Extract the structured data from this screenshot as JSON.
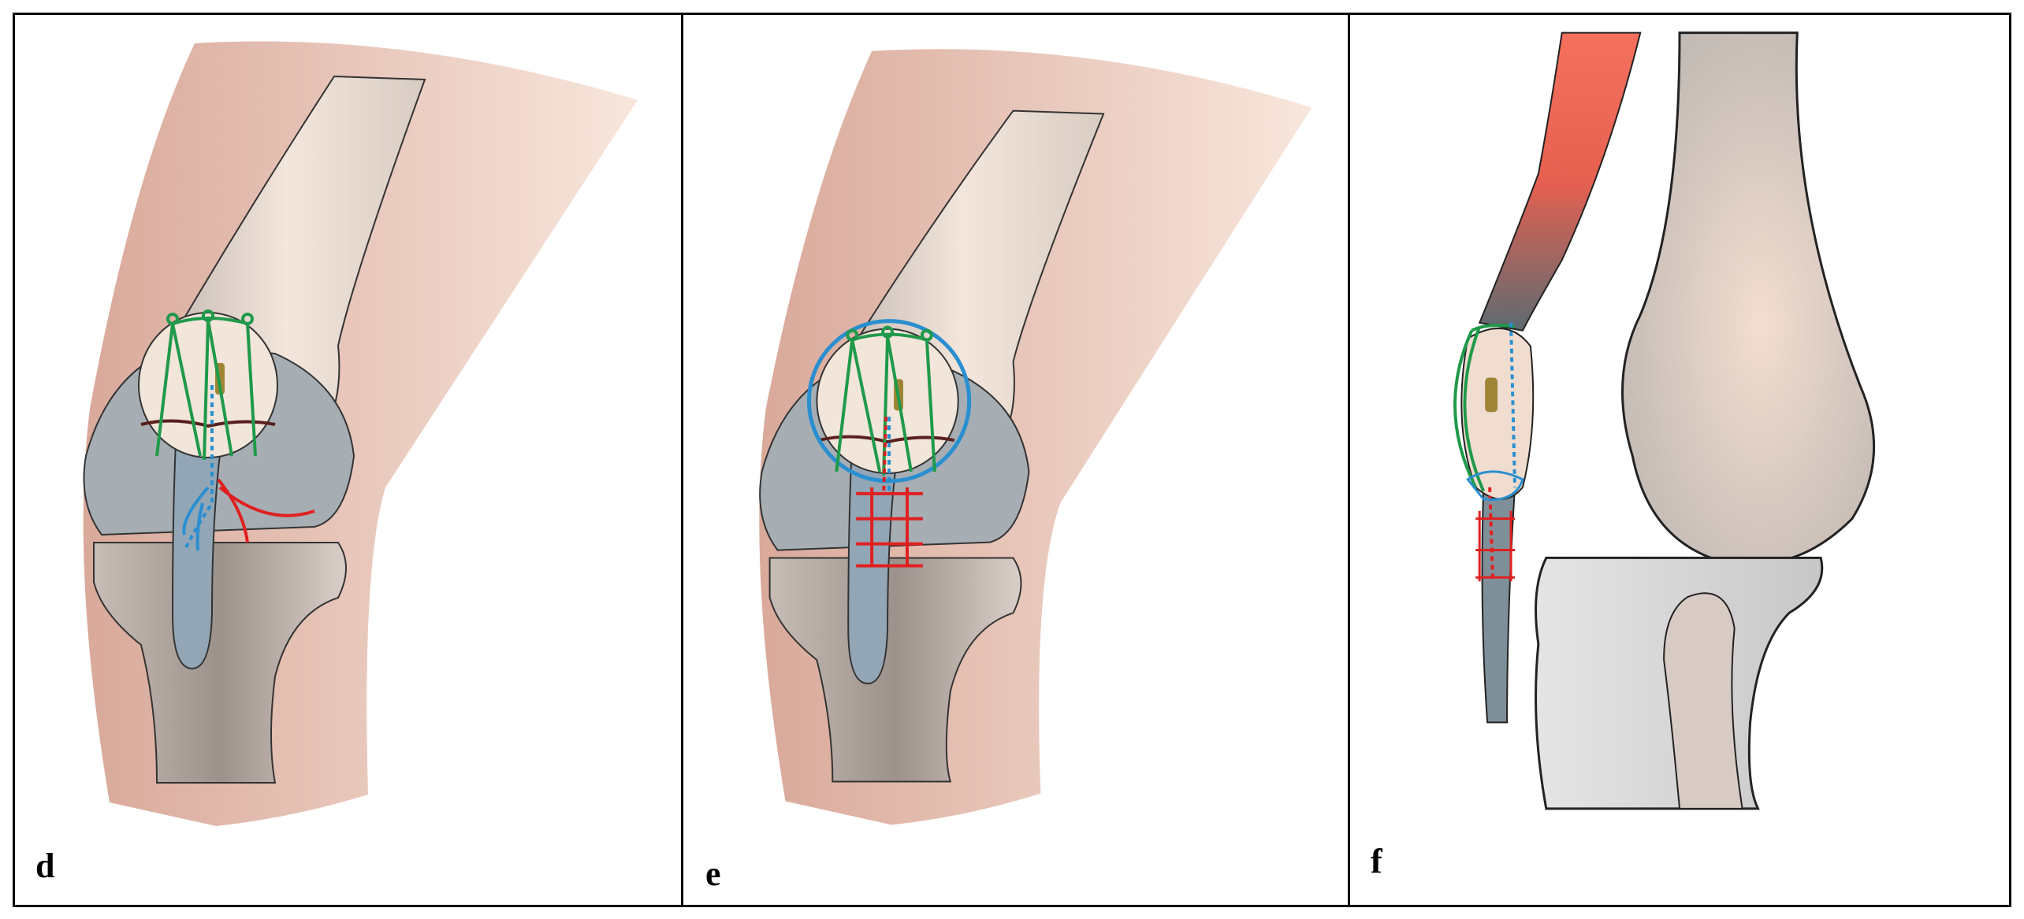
{
  "panels": [
    {
      "label": "d",
      "view": "anterior-knee-repair"
    },
    {
      "label": "e",
      "view": "anterior-knee-cerclage"
    },
    {
      "label": "f",
      "view": "lateral-knee-repair"
    }
  ],
  "colors": {
    "skin": "#e8c4b6",
    "bone": "#f1e2d6",
    "bone_shadow": "#c9bcb3",
    "cartilage": "#9aa4ab",
    "tendon": "#8fa3b3",
    "suture_green": "#1f9a4a",
    "suture_blue": "#2a8fd0",
    "suture_red": "#e02020",
    "muscle": "#f07060",
    "anchor": "#a08a3a",
    "outline": "#222222"
  }
}
